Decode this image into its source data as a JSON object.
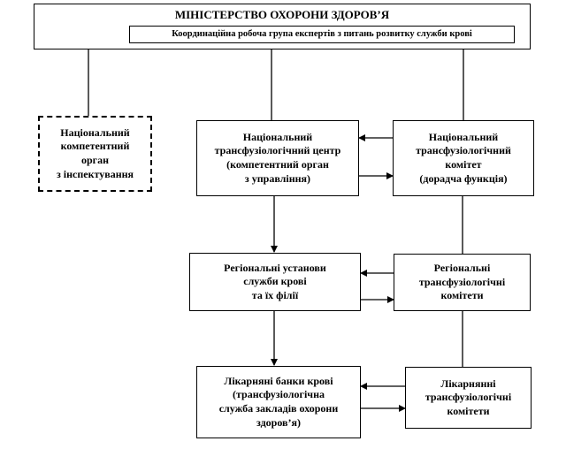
{
  "ministry": {
    "title": "МІНІСТЕРСТВО ОХОРОНИ ЗДОРОВ’Я",
    "working_group": "Координаційна робоча група експертів з питань розвитку служби крові"
  },
  "nodes": {
    "inspection_body": "Національний\nкомпетентний\nорган\nз інспектування",
    "national_center": "Національний\nтрансфузіологічний центр\n(компетентний орган\nз управління)",
    "national_committee": "Національний\nтрансфузіологічний\nкомітет\n(дорадча функція)",
    "regional_institutions": "Регіональні установи\nслужби крові\nта їх філії",
    "regional_committees": "Регіональні\nтрансфузіологічні\nкомітети",
    "hospital_banks": "Лікарняні банки крові\n(трансфузіологічна\nслужба закладів охорони\nздоров’я)",
    "hospital_committees": "Лікарнянні\nтрансфузіологічні\nкомітети"
  }
}
